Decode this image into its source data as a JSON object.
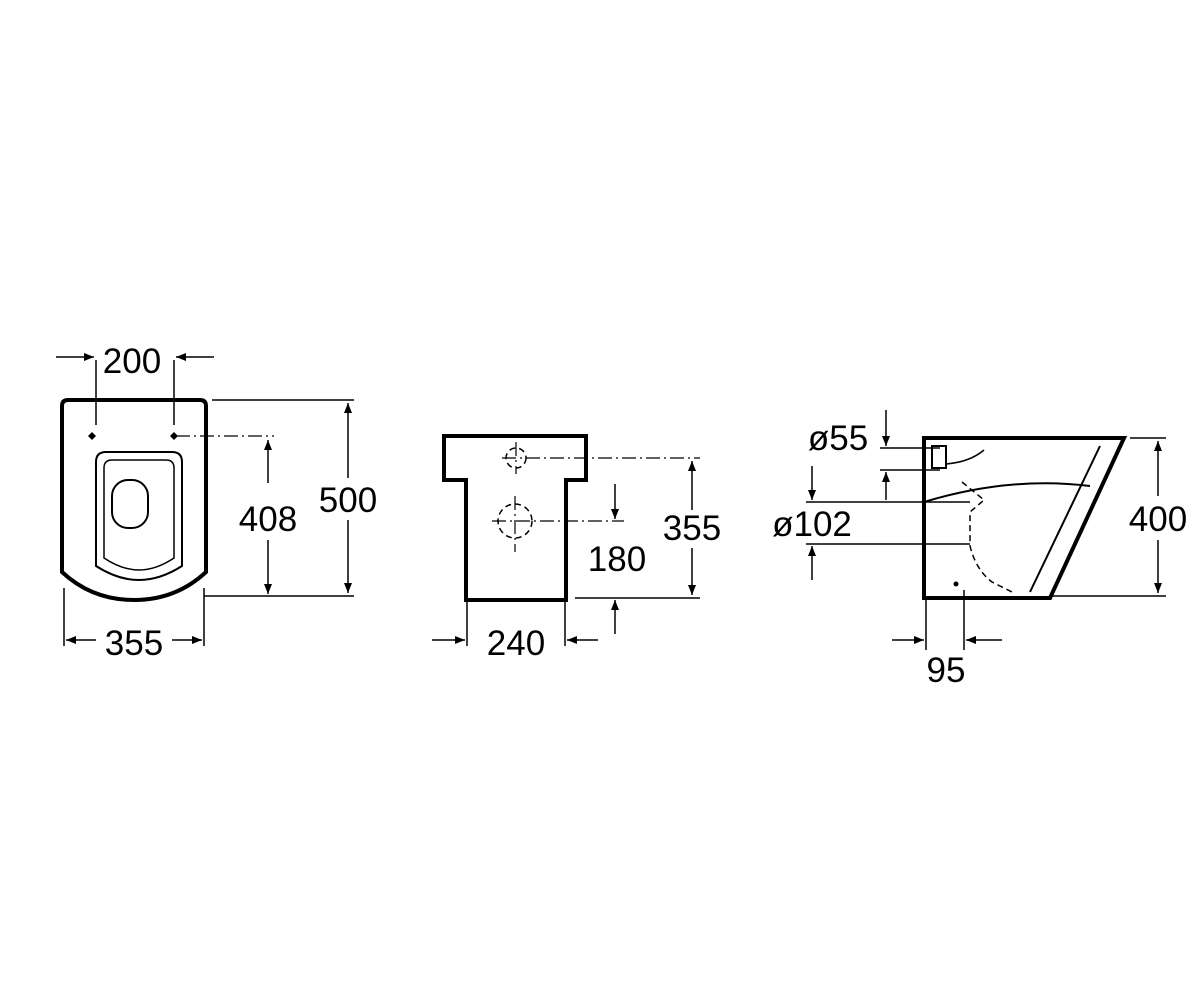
{
  "dimensions": {
    "top_view": {
      "fixing_width": "200",
      "fixing_depth": "408",
      "total_depth": "500",
      "total_width": "355"
    },
    "rear_view": {
      "waste_height": "180",
      "supply_height": "355",
      "base_width": "240"
    },
    "side_view": {
      "inlet_diameter": "ø55",
      "outlet_diameter": "ø102",
      "total_height": "400",
      "outlet_setback": "95"
    }
  }
}
